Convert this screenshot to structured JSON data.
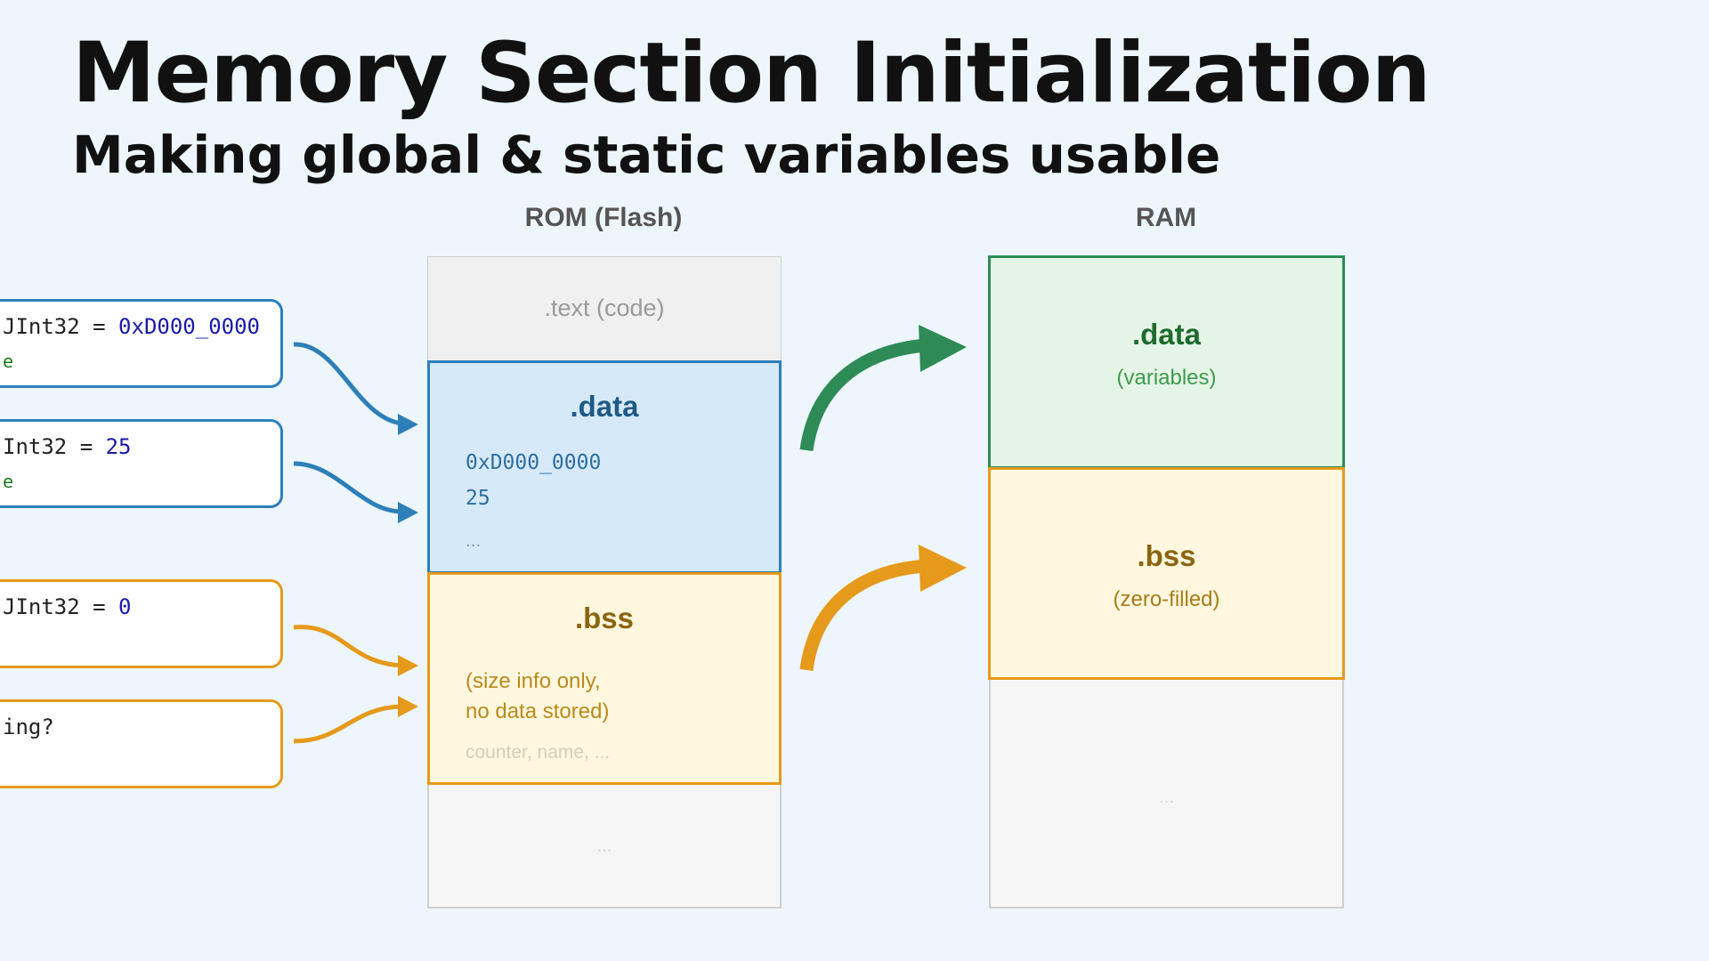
{
  "title": "Memory Section Initialization",
  "subtitle": "Making global & static variables usable",
  "rom": {
    "heading": "ROM (Flash)",
    "text_label": ".text (code)",
    "data_title": ".data",
    "data_values": [
      "0xD000_0000",
      "25"
    ],
    "data_more": "...",
    "bss_title": ".bss",
    "bss_note_line1": "(size info only,",
    "bss_note_line2": "no data stored)",
    "bss_examples": "counter, name, ...",
    "rest": "..."
  },
  "ram": {
    "heading": "RAM",
    "data_title": ".data",
    "data_sub": "(variables)",
    "bss_title": ".bss",
    "bss_sub": "(zero-filled)",
    "rest": "..."
  },
  "code_boxes": [
    {
      "prefix": "JInt32 = ",
      "value": "0xD000_0000",
      "hint": "e"
    },
    {
      "prefix": "Int32 = ",
      "value": "25",
      "hint": "e"
    },
    {
      "prefix": "JInt32 = ",
      "value": "0",
      "hint": ""
    },
    {
      "prefix": "ing?",
      "value": "",
      "hint": ""
    }
  ],
  "colors": {
    "data_blue": "#2e7fb8",
    "data_fill": "#d6e9f8",
    "bss_orange": "#e59a1c",
    "bss_fill": "#fff8df",
    "ram_green": "#2e8b57",
    "ram_data_fill": "#e4f5e6",
    "gray_fill": "#f1f1f1"
  }
}
